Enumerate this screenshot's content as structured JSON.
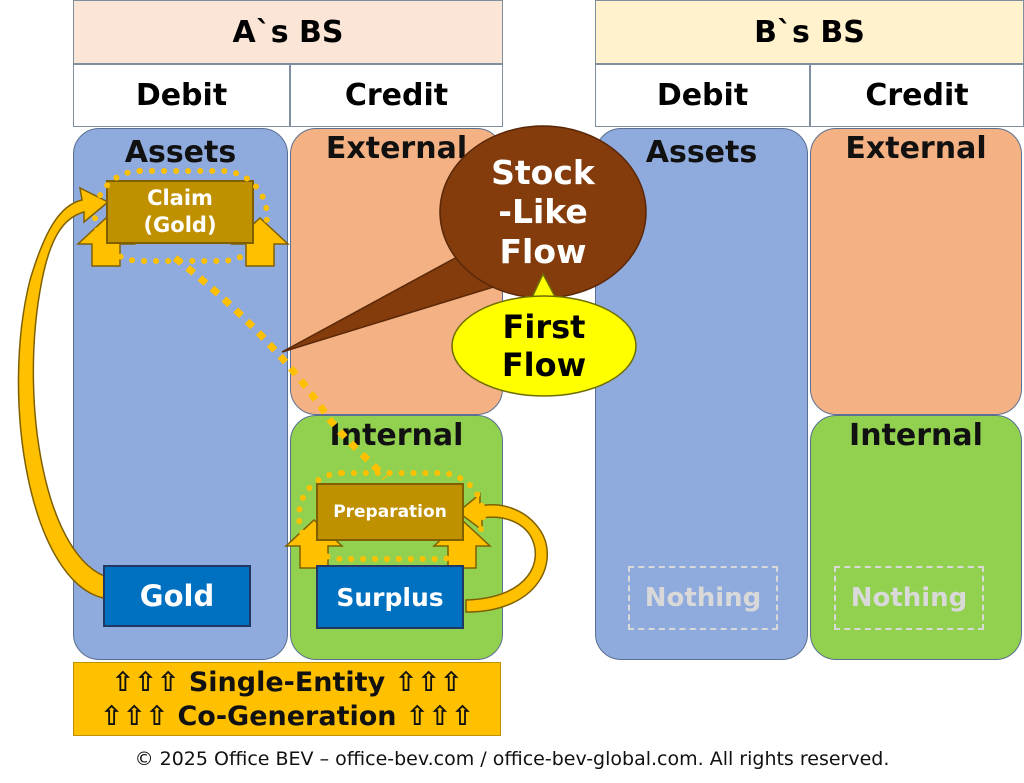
{
  "a_bs": {
    "title": "A`s BS",
    "debit": "Debit",
    "credit": "Credit",
    "assets_label": "Assets",
    "external_label": "External",
    "internal_label": "Internal",
    "claim_line1": "Claim",
    "claim_line2": "(Gold)",
    "gold": "Gold",
    "preparation": "Preparation",
    "surplus": "Surplus"
  },
  "b_bs": {
    "title": "B`s BS",
    "debit": "Debit",
    "credit": "Credit",
    "assets_label": "Assets",
    "external_label": "External",
    "internal_label": "Internal",
    "assets_nothing": "Nothing",
    "internal_nothing": "Nothing"
  },
  "callouts": {
    "stock_line1": "Stock",
    "stock_line2": "-Like",
    "stock_line3": "Flow",
    "first_line1": "First",
    "first_line2": "Flow"
  },
  "banner": {
    "line1": "⇧⇧⇧  Single-Entity  ⇧⇧⇧",
    "line2": "⇧⇧⇧  Co-Generation  ⇧⇧⇧"
  },
  "footer": "© 2025 Office BEV – office-bev.com / office-bev-global.com. All rights reserved.",
  "colors": {
    "a_header_bg": "#fbe5d6",
    "b_header_bg": "#fff2cc",
    "assets": "#8faadc",
    "external": "#f4b183",
    "internal": "#92d050",
    "stock_bubble": "#843c0c",
    "first_bubble": "#ffff00",
    "arrow_gold": "#ffc000",
    "claim_box": "#bf9000",
    "gold_box": "#0070c0"
  }
}
